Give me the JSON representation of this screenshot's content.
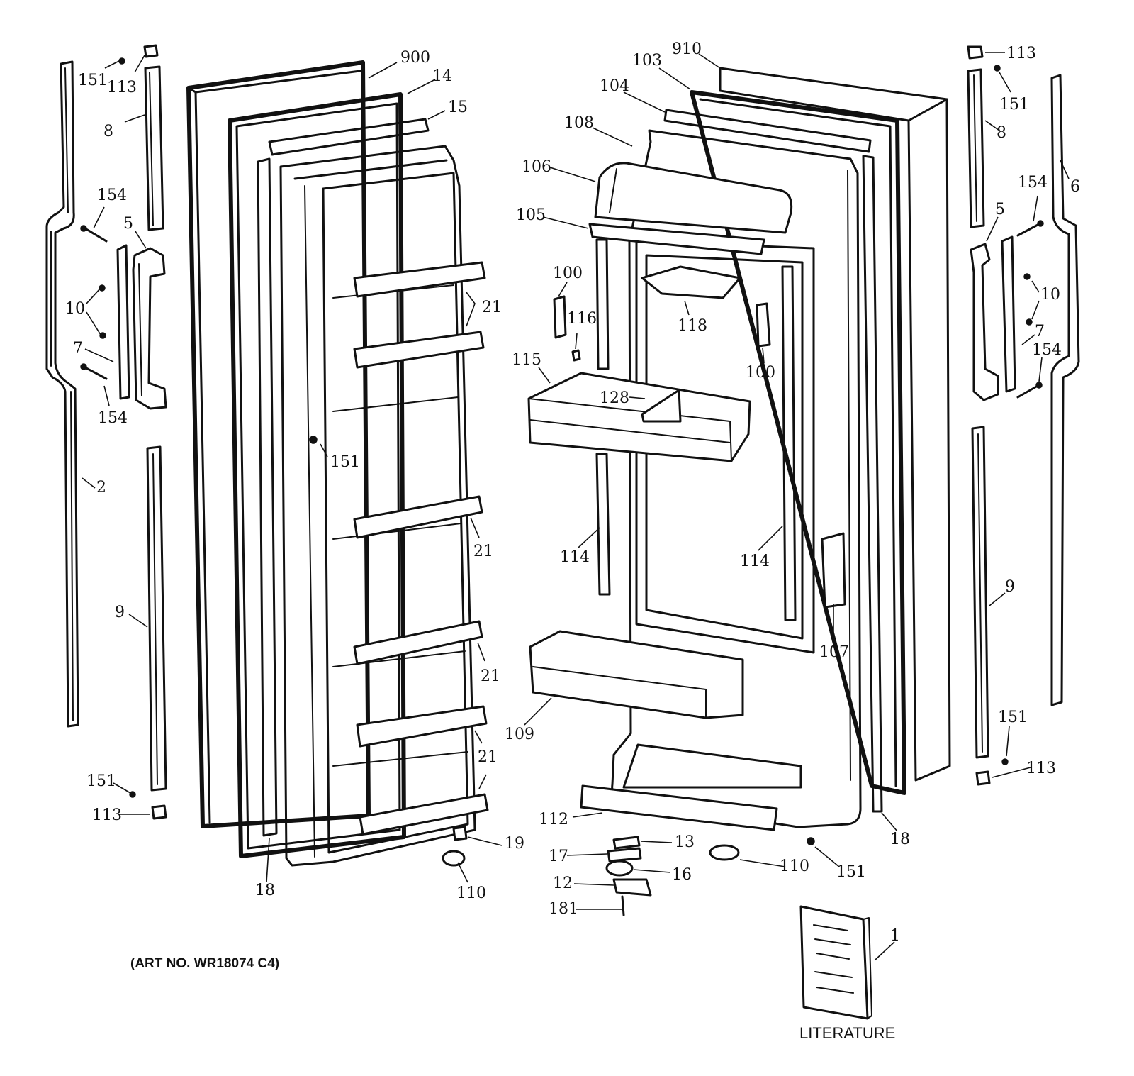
{
  "art_number": "(ART NO. WR18074 C4)",
  "literature_label": "LITERATURE",
  "callouts": {
    "c151_tl": "151",
    "c113_tl": "113",
    "c8_l": "8",
    "c154_l1": "154",
    "c5_l": "5",
    "c10_l": "10",
    "c7_l": "7",
    "c154_l2": "154",
    "c2": "2",
    "c9_l": "9",
    "c151_bl": "151",
    "c113_bl": "113",
    "c900": "900",
    "c14": "14",
    "c15": "15",
    "c21_a": "21",
    "c151_door": "151",
    "c21_b": "21",
    "c21_c": "21",
    "c21_d": "21",
    "c18_l": "18",
    "c19": "19",
    "c110_l": "110",
    "c910": "910",
    "c103": "103",
    "c104": "104",
    "c108": "108",
    "c106": "106",
    "c105": "105",
    "c100_l": "100",
    "c116": "116",
    "c118": "118",
    "c100_r": "100",
    "c115": "115",
    "c128": "128",
    "c114_l": "114",
    "c114_r": "114",
    "c107": "107",
    "c109": "109",
    "c112": "112",
    "c13": "13",
    "c17": "17",
    "c16": "16",
    "c12": "12",
    "c181": "181",
    "c110_r": "110",
    "c151_br": "151",
    "c18_r": "18",
    "c1": "1",
    "c113_tr": "113",
    "c151_tr": "151",
    "c8_r": "8",
    "c6": "6",
    "c154_r1": "154",
    "c5_r": "5",
    "c10_r": "10",
    "c7_r": "7",
    "c154_r2": "154",
    "c9_r": "9",
    "c151_r": "151",
    "c113_r": "113"
  }
}
